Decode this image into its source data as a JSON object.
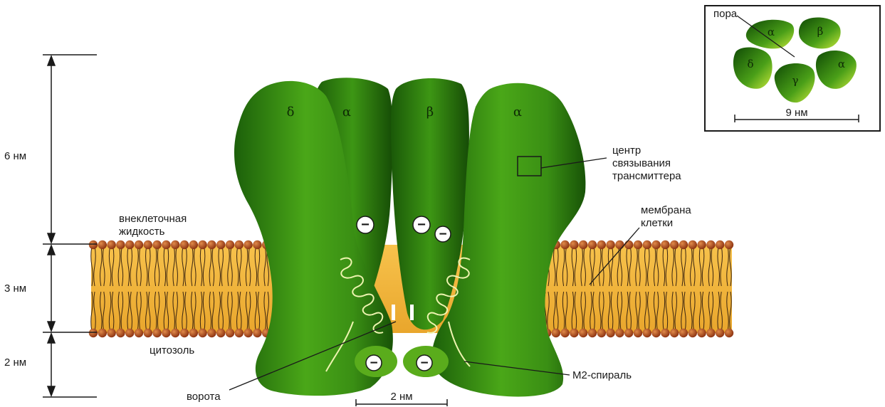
{
  "scale_labels": {
    "top": "6 нм",
    "middle": "3 нм",
    "bottom": "2 нм",
    "pore_width": "2 нм",
    "inset_width": "9 нм"
  },
  "labels": {
    "extracellular": [
      "внеклеточная",
      "жидкость"
    ],
    "cytosol": "цитозоль",
    "gate": "ворота",
    "m2_helix": "M2-спираль",
    "membrane": [
      "мембрана",
      "клетки"
    ],
    "binding_site": [
      "центр",
      "связывания",
      "трансмиттера"
    ],
    "pore": "пора"
  },
  "subunits": {
    "side_view": [
      "δ",
      "α",
      "β",
      "α"
    ],
    "top_view": [
      "α",
      "β",
      "α",
      "γ",
      "δ"
    ]
  },
  "charge_symbol": "−",
  "colors": {
    "protein_dark": "#1f6a0c",
    "protein_mid": "#3f9a14",
    "protein_light": "#7cc83a",
    "membrane": "#f2b53c",
    "lipid_head": "#a0421a"
  }
}
